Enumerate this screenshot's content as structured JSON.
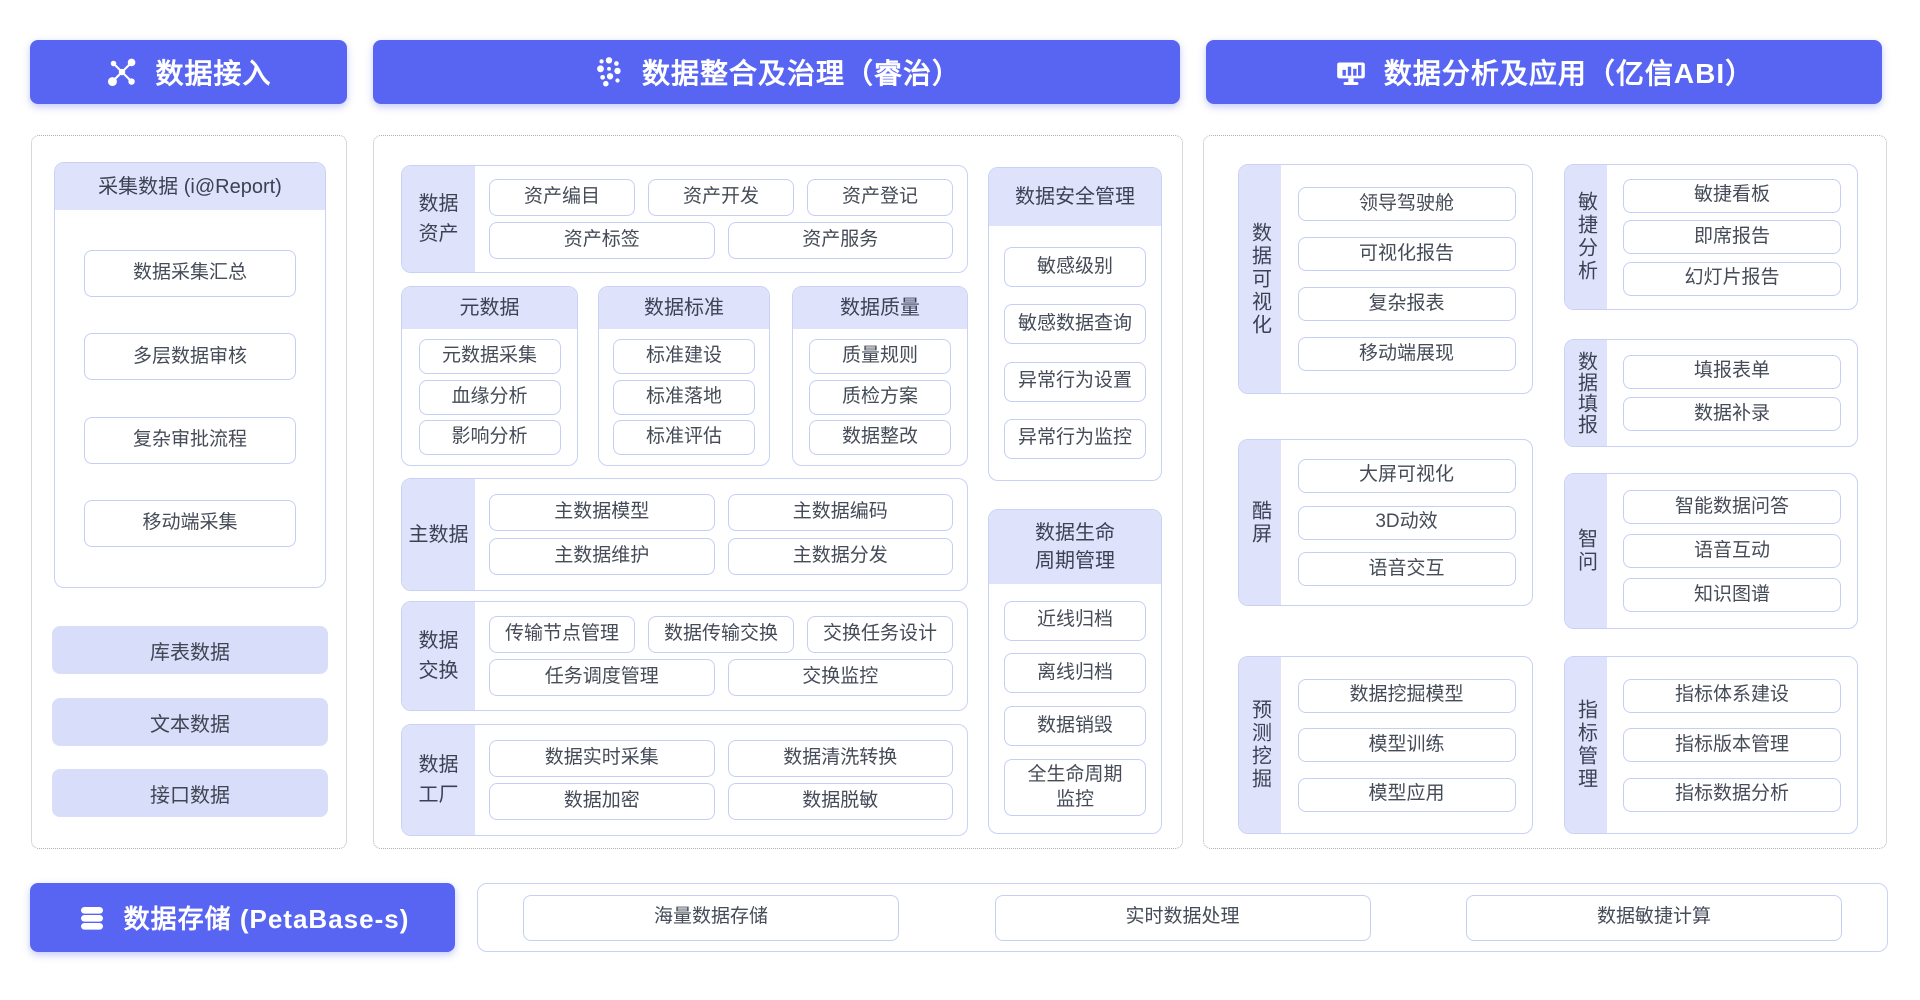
{
  "colors": {
    "primary": "#5865f2",
    "label_bg": "#dee3fb",
    "chip_border": "#c5cff4",
    "card_border": "#c9d2f5"
  },
  "headers": {
    "access": "数据接入",
    "governance": "数据整合及治理（睿治）",
    "analysis": "数据分析及应用（亿信ABI）",
    "storage": "数据存储 (PetaBase-s)"
  },
  "icons": {
    "access": "network-icon",
    "governance": "scatter-dots-icon",
    "analysis": "monitor-chart-icon",
    "storage": "database-icon"
  },
  "access": {
    "report": {
      "title": "采集数据 (i@Report)",
      "items": [
        "数据采集汇总",
        "多层数据审核",
        "复杂审批流程",
        "移动端采集"
      ]
    },
    "bars": [
      "库表数据",
      "文本数据",
      "接口数据"
    ]
  },
  "governance": {
    "asset": {
      "label": "数据\n资产",
      "row1": [
        "资产编目",
        "资产开发",
        "资产登记"
      ],
      "row2": [
        "资产标签",
        "资产服务"
      ]
    },
    "meta": {
      "title": "元数据",
      "items": [
        "元数据采集",
        "血缘分析",
        "影响分析"
      ]
    },
    "standard": {
      "title": "数据标准",
      "items": [
        "标准建设",
        "标准落地",
        "标准评估"
      ]
    },
    "quality": {
      "title": "数据质量",
      "items": [
        "质量规则",
        "质检方案",
        "数据整改"
      ]
    },
    "master": {
      "label": "主数据",
      "row1": [
        "主数据模型",
        "主数据编码"
      ],
      "row2": [
        "主数据维护",
        "主数据分发"
      ]
    },
    "exchange": {
      "label": "数据\n交换",
      "row1": [
        "传输节点管理",
        "数据传输交换",
        "交换任务设计"
      ],
      "row2": [
        "任务调度管理",
        "交换监控"
      ]
    },
    "factory": {
      "label": "数据\n工厂",
      "row1": [
        "数据实时采集",
        "数据清洗转换"
      ],
      "row2": [
        "数据加密",
        "数据脱敏"
      ]
    },
    "security": {
      "title": "数据安全管理",
      "items": [
        "敏感级别",
        "敏感数据查询",
        "异常行为设置",
        "异常行为监控"
      ]
    },
    "lifecycle": {
      "title": "数据生命\n周期管理",
      "items": [
        "近线归档",
        "离线归档",
        "数据销毁",
        "全生命周期\n监控"
      ]
    }
  },
  "analysis": {
    "visual": {
      "label": "数据可视化",
      "items": [
        "领导驾驶舱",
        "可视化报告",
        "复杂报表",
        "移动端展现"
      ]
    },
    "cool": {
      "label": "酷屏",
      "items": [
        "大屏可视化",
        "3D动效",
        "语音交互"
      ]
    },
    "mining": {
      "label": "预测挖掘",
      "items": [
        "数据挖掘模型",
        "模型训练",
        "模型应用"
      ]
    },
    "agile": {
      "label": "敏捷分析",
      "items": [
        "敏捷看板",
        "即席报告",
        "幻灯片报告"
      ]
    },
    "fill": {
      "label": "数据填报",
      "items": [
        "填报表单",
        "数据补录"
      ]
    },
    "qa": {
      "label": "智问",
      "items": [
        "智能数据问答",
        "语音互动",
        "知识图谱"
      ]
    },
    "indicator": {
      "label": "指标管理",
      "items": [
        "指标体系建设",
        "指标版本管理",
        "指标数据分析"
      ]
    }
  },
  "storage_row": {
    "items": [
      "海量数据存储",
      "实时数据处理",
      "数据敏捷计算"
    ]
  }
}
